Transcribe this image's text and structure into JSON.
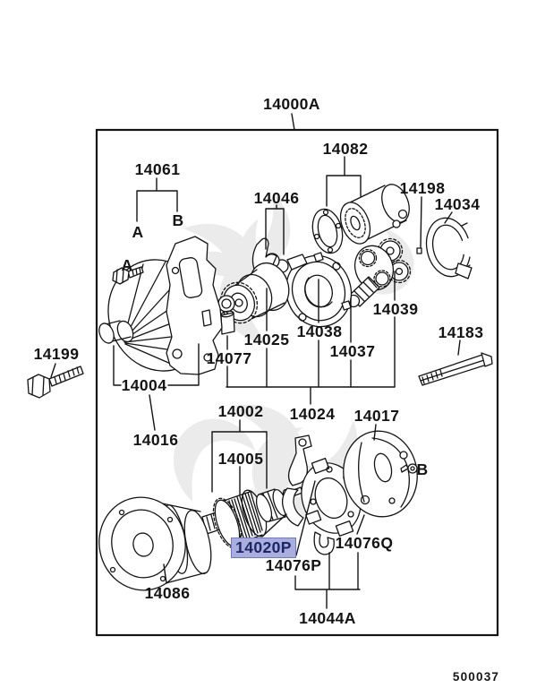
{
  "page": {
    "background": "#ffffff",
    "line_color": "#141414",
    "watermark_color": "#d9d9d9",
    "doc_number": "500037"
  },
  "diagram": {
    "assembly": {
      "text": "14000A"
    },
    "highlighted_part": "14020P",
    "highlight": {
      "bg": "#a9aedd",
      "border": "#7379bd",
      "text_color": "#1c2566"
    },
    "labels": {
      "l14061": {
        "text": "14061"
      },
      "l14082": {
        "text": "14082"
      },
      "l14046": {
        "text": "14046"
      },
      "l14198": {
        "text": "14198"
      },
      "l14034": {
        "text": "14034"
      },
      "l14039": {
        "text": "14039"
      },
      "l14199": {
        "text": "14199"
      },
      "l14004": {
        "text": "14004"
      },
      "l14077": {
        "text": "14077"
      },
      "l14025": {
        "text": "14025"
      },
      "l14038": {
        "text": "14038"
      },
      "l14037": {
        "text": "14037"
      },
      "l14183": {
        "text": "14183"
      },
      "l14016": {
        "text": "14016"
      },
      "l14002": {
        "text": "14002"
      },
      "l14024": {
        "text": "14024"
      },
      "l14017": {
        "text": "14017"
      },
      "l14005": {
        "text": "14005"
      },
      "l14020P": {
        "text": "14020P",
        "highlighted": true
      },
      "l14076P": {
        "text": "14076P"
      },
      "l14076Q": {
        "text": "14076Q"
      },
      "l14086": {
        "text": "14086"
      },
      "l14044A": {
        "text": "14044A"
      }
    },
    "callouts": {
      "group_a": "A",
      "group_b": "B",
      "bolt_a": "A",
      "bolt_b": "B"
    }
  }
}
